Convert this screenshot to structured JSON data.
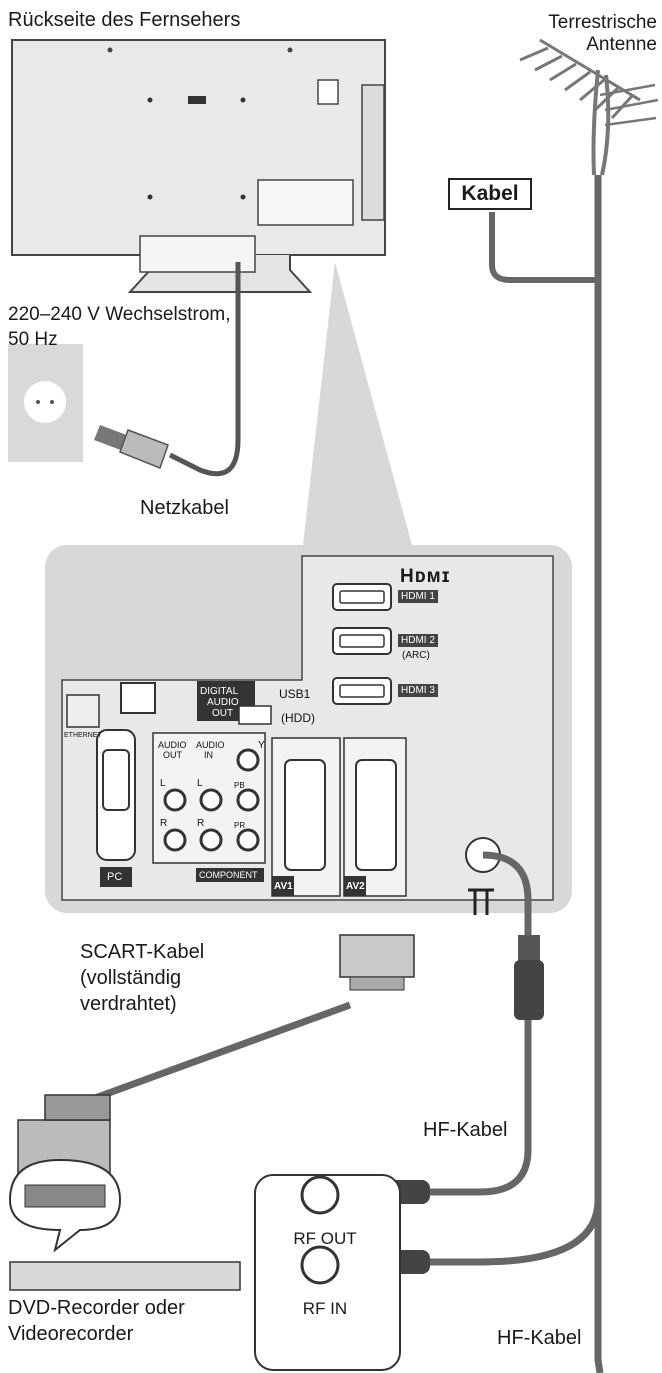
{
  "labels": {
    "tv_back": "Rückseite des Fernsehers",
    "antenna_line1": "Terrestrische",
    "antenna_line2": "Antenne",
    "cable_box": "Kabel",
    "mains_line1": "220–240 V Wechselstrom,",
    "mains_line2": "50 Hz",
    "power_cable": "Netzkabel",
    "scart_line1": "SCART-Kabel",
    "scart_line2": "(vollständig",
    "scart_line3": "verdrahtet)",
    "rf_cable_1": "HF-Kabel",
    "rf_cable_2": "HF-Kabel",
    "recorder_line1": "DVD-Recorder oder",
    "recorder_line2": "Videorecorder",
    "rf_out": "RF OUT",
    "rf_in": "RF IN"
  },
  "panel": {
    "hdmi_logo": "Hᴅᴍɪ",
    "hdmi1": "HDMI 1",
    "hdmi2": "HDMI 2",
    "arc": "(ARC)",
    "hdmi3": "HDMI 3",
    "usb": "USB1",
    "hdd": "(HDD)",
    "digital_audio_1": "DIGITAL",
    "digital_audio_2": "AUDIO",
    "digital_audio_3": "OUT",
    "ethernet": "ETHERNET",
    "pc": "PC",
    "audio_out_1": "AUDIO",
    "audio_out_2": "OUT",
    "audio_in_1": "AUDIO",
    "audio_in_2": "IN",
    "l": "L",
    "r": "R",
    "y": "Y",
    "pb": "PB",
    "pr": "PR",
    "component": "COMPONENT",
    "av1": "AV1",
    "av2": "AV2"
  }
}
